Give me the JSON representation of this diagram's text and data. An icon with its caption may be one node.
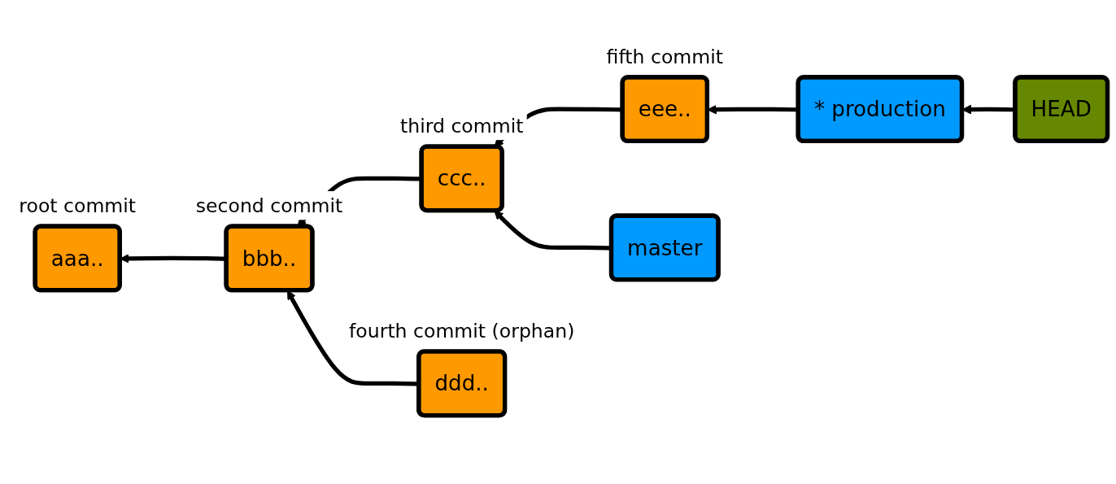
{
  "diagram": {
    "nodes": [
      {
        "text": [
          "master"
        ]
      },
      {
        "text": [
          "aaa.."
        ],
        "beside": [
          "root commit"
        ]
      },
      {
        "text": [
          "bbb.."
        ],
        "beside": [
          "second commit"
        ]
      },
      {
        "text": [
          "ccc.."
        ],
        "beside": [
          "third commit"
        ]
      },
      {
        "text": [
          "eee.."
        ],
        "beside": [
          "fifth commit"
        ]
      },
      {
        "text": [
          "ddd.."
        ],
        "beside": [
          "fourth commit (orphan)"
        ]
      },
      {
        "text": [
          "* production"
        ]
      },
      {
        "text": [
          "HEAD"
        ]
      }
    ],
    "edges": [
      {
        "from": 2,
        "to": 1,
        "arrow": "to"
      },
      {
        "from": 3,
        "to": 2,
        "arrow": "to"
      },
      {
        "from": 4,
        "to": 3,
        "arrow": "to"
      },
      {
        "from": 0,
        "to": 3,
        "arrow": "to"
      },
      {
        "from": 5,
        "to": 2,
        "arrow": "to"
      },
      {
        "from": 6,
        "to": 4,
        "arrow": "to"
      },
      {
        "from": 7,
        "to": 6,
        "arrow": "to"
      }
    ]
  }
}
